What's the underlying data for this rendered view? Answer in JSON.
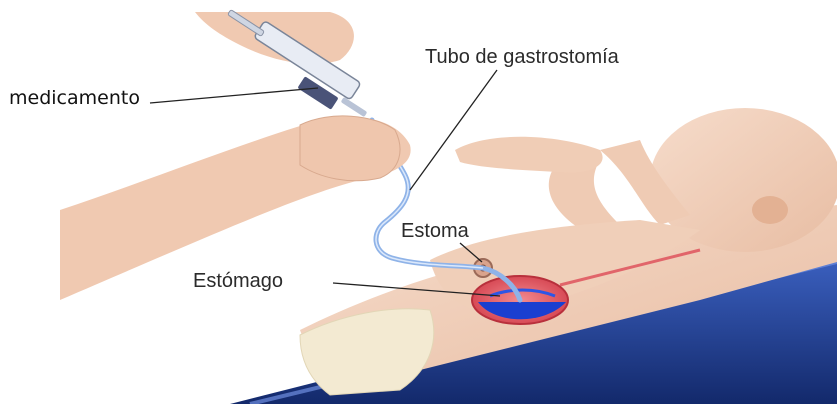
{
  "labels": {
    "medicamento": "medicamento",
    "tubo": "Tubo de gastrostomía",
    "estoma": "Estoma",
    "estomago": "Estómago"
  },
  "colors": {
    "skin": "#f1d2bd",
    "skin_shadow": "#dcae92",
    "tube": "#8fb3e8",
    "bed": "#1f3f8f",
    "stomach": "#e05a63",
    "fluid": "#1a3fd0",
    "diaper": "#f3ead2"
  },
  "icons": {
    "syringe": "syringe-icon",
    "stomach": "stomach-illustration"
  }
}
